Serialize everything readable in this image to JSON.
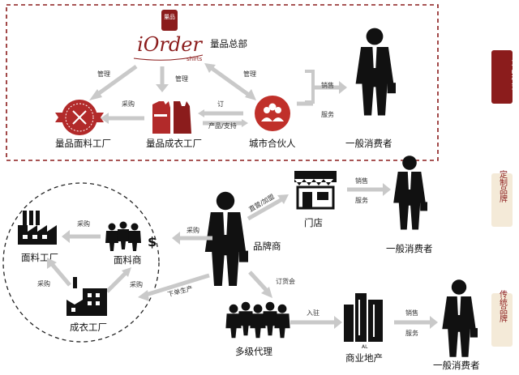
{
  "colors": {
    "accent": "#8b1c1c",
    "badge_light": "#f4ead8",
    "dashed_border": "#8b1c1c",
    "arrow": "#c9c9c9",
    "figure": "#111111"
  },
  "top": {
    "badge": "量品",
    "logo_text": "iOrder",
    "logo_sub": "shirts",
    "hq_label": "量品总部",
    "fabric_factory": "量品面料工厂",
    "garment_factory": "量品成衣工厂",
    "city_partner": "城市合伙人",
    "consumer": "一般消费者",
    "edge_manage_left": "管理",
    "edge_manage_mid": "管理",
    "edge_manage_right": "管理",
    "edge_purchase": "采购",
    "edge_order": "订",
    "edge_product_support": "产品/支持",
    "edge_sales": "销售",
    "edge_service": "服务"
  },
  "side_labels": {
    "liangpin": "量品模式",
    "custom": "定制品牌",
    "traditional": "传统品牌"
  },
  "bottom": {
    "store": "门店",
    "brand": "品牌商",
    "fabric_dealer": "面料商",
    "fabric_factory": "面料工厂",
    "garment_factory": "成衣工厂",
    "agents": "多级代理",
    "mall": "商业地产",
    "consumer_store": "一般消费者",
    "consumer_mall": "一般消费者",
    "edge_direct": "直营/加盟",
    "edge_sales_1": "销售",
    "edge_service_1": "服务",
    "edge_purchase_brand": "采购",
    "edge_purchase_dealer": "采购",
    "edge_purchase_garment": "采购",
    "edge_purchase_garment2": "采购",
    "edge_order_production": "下单生产",
    "edge_ordering_meeting": "订货会",
    "edge_enter": "入驻",
    "edge_sales_2": "销售",
    "edge_service_2": "服务",
    "mall_sign": "AL"
  },
  "icons": {
    "hq_logo": "iorder-logo",
    "fabric_factory": "fabric-badge-icon",
    "garment_factory": "clothing-icon",
    "city_partner": "partner-group-icon",
    "consumer": "businessman-icon",
    "store": "storefront-icon",
    "fabric_dealer": "dealer-icon",
    "fabric_factory_small": "factory-icon",
    "garment_factory_small": "factory-icon",
    "agents": "crowd-icon",
    "mall": "building-icon"
  }
}
